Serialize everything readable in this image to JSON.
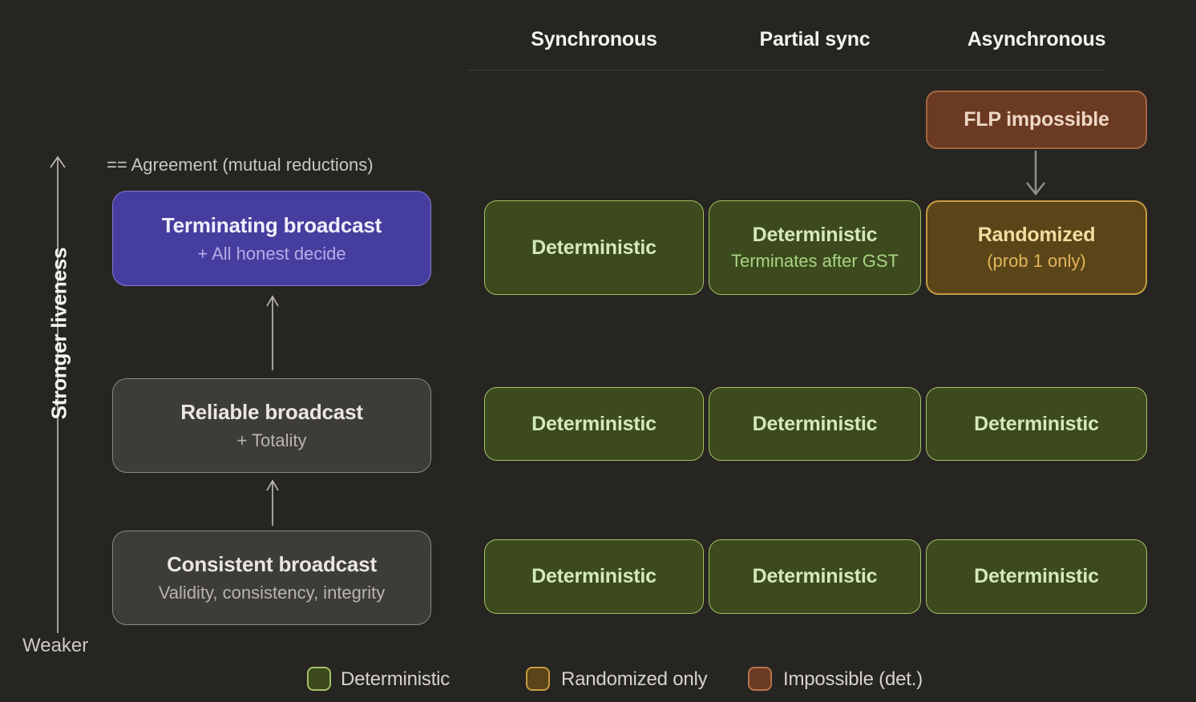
{
  "columns": [
    {
      "label": "Synchronous"
    },
    {
      "label": "Partial sync"
    },
    {
      "label": "Asynchronous"
    }
  ],
  "flp_badge": {
    "label": "FLP impossible"
  },
  "axis": {
    "top_note": "== Agreement (mutual reductions)",
    "axis_label": "Stronger liveness",
    "bottom_label": "Weaker"
  },
  "rows": [
    {
      "title": "Terminating broadcast",
      "subtitle": "+ All honest decide",
      "style": "purple",
      "cells": [
        {
          "title": "Deterministic",
          "style": "green"
        },
        {
          "title": "Deterministic",
          "subtitle": "Terminates after GST",
          "style": "green"
        },
        {
          "title": "Randomized",
          "subtitle": "(prob 1 only)",
          "style": "gold"
        }
      ]
    },
    {
      "title": "Reliable broadcast",
      "subtitle": "+ Totality",
      "style": "gray",
      "cells": [
        {
          "title": "Deterministic",
          "style": "green"
        },
        {
          "title": "Deterministic",
          "style": "green"
        },
        {
          "title": "Deterministic",
          "style": "green"
        }
      ]
    },
    {
      "title": "Consistent broadcast",
      "subtitle": "Validity, consistency, integrity",
      "style": "gray",
      "cells": [
        {
          "title": "Deterministic",
          "style": "green"
        },
        {
          "title": "Deterministic",
          "style": "green"
        },
        {
          "title": "Deterministic",
          "style": "green"
        }
      ]
    }
  ],
  "legend": [
    {
      "label": "Deterministic",
      "style": "green"
    },
    {
      "label": "Randomized only",
      "style": "gold"
    },
    {
      "label": "Impossible (det.)",
      "style": "red"
    }
  ],
  "colors": {
    "bg": "#262522",
    "header_text": "#f4f2ee",
    "rule": "#3d3c39",
    "note_text": "#c9c8bc",
    "axis_text": "#f5f3ef",
    "muted_text": "#ccc9c0",
    "legend_text": "#d6d3ca",
    "purple_fill": "#463e9e",
    "purple_border": "#8377cf",
    "purple_title": "#f1effb",
    "purple_sub": "#b6abe9",
    "gray_fill": "#3d3c39",
    "gray_border": "#8b897f",
    "gray_title": "#e9e7df",
    "gray_sub": "#b8b5ab",
    "green_fill": "#3c4a1e",
    "green_border": "#a5c164",
    "green_title": "#d4eab9",
    "green_sub": "#a9d483",
    "gold_fill": "#5a4519",
    "gold_border": "#c89b40",
    "gold_title": "#f3dd9f",
    "gold_sub": "#e4b559",
    "red_fill": "#6b3a22",
    "red_border": "#b5734c",
    "flp_fill": "#6b3a22",
    "flp_border": "#a5663f",
    "flp_text": "#eed7c5",
    "arrow_gray": "#8f8f8c",
    "arrow_light": "#c2bfb5"
  }
}
